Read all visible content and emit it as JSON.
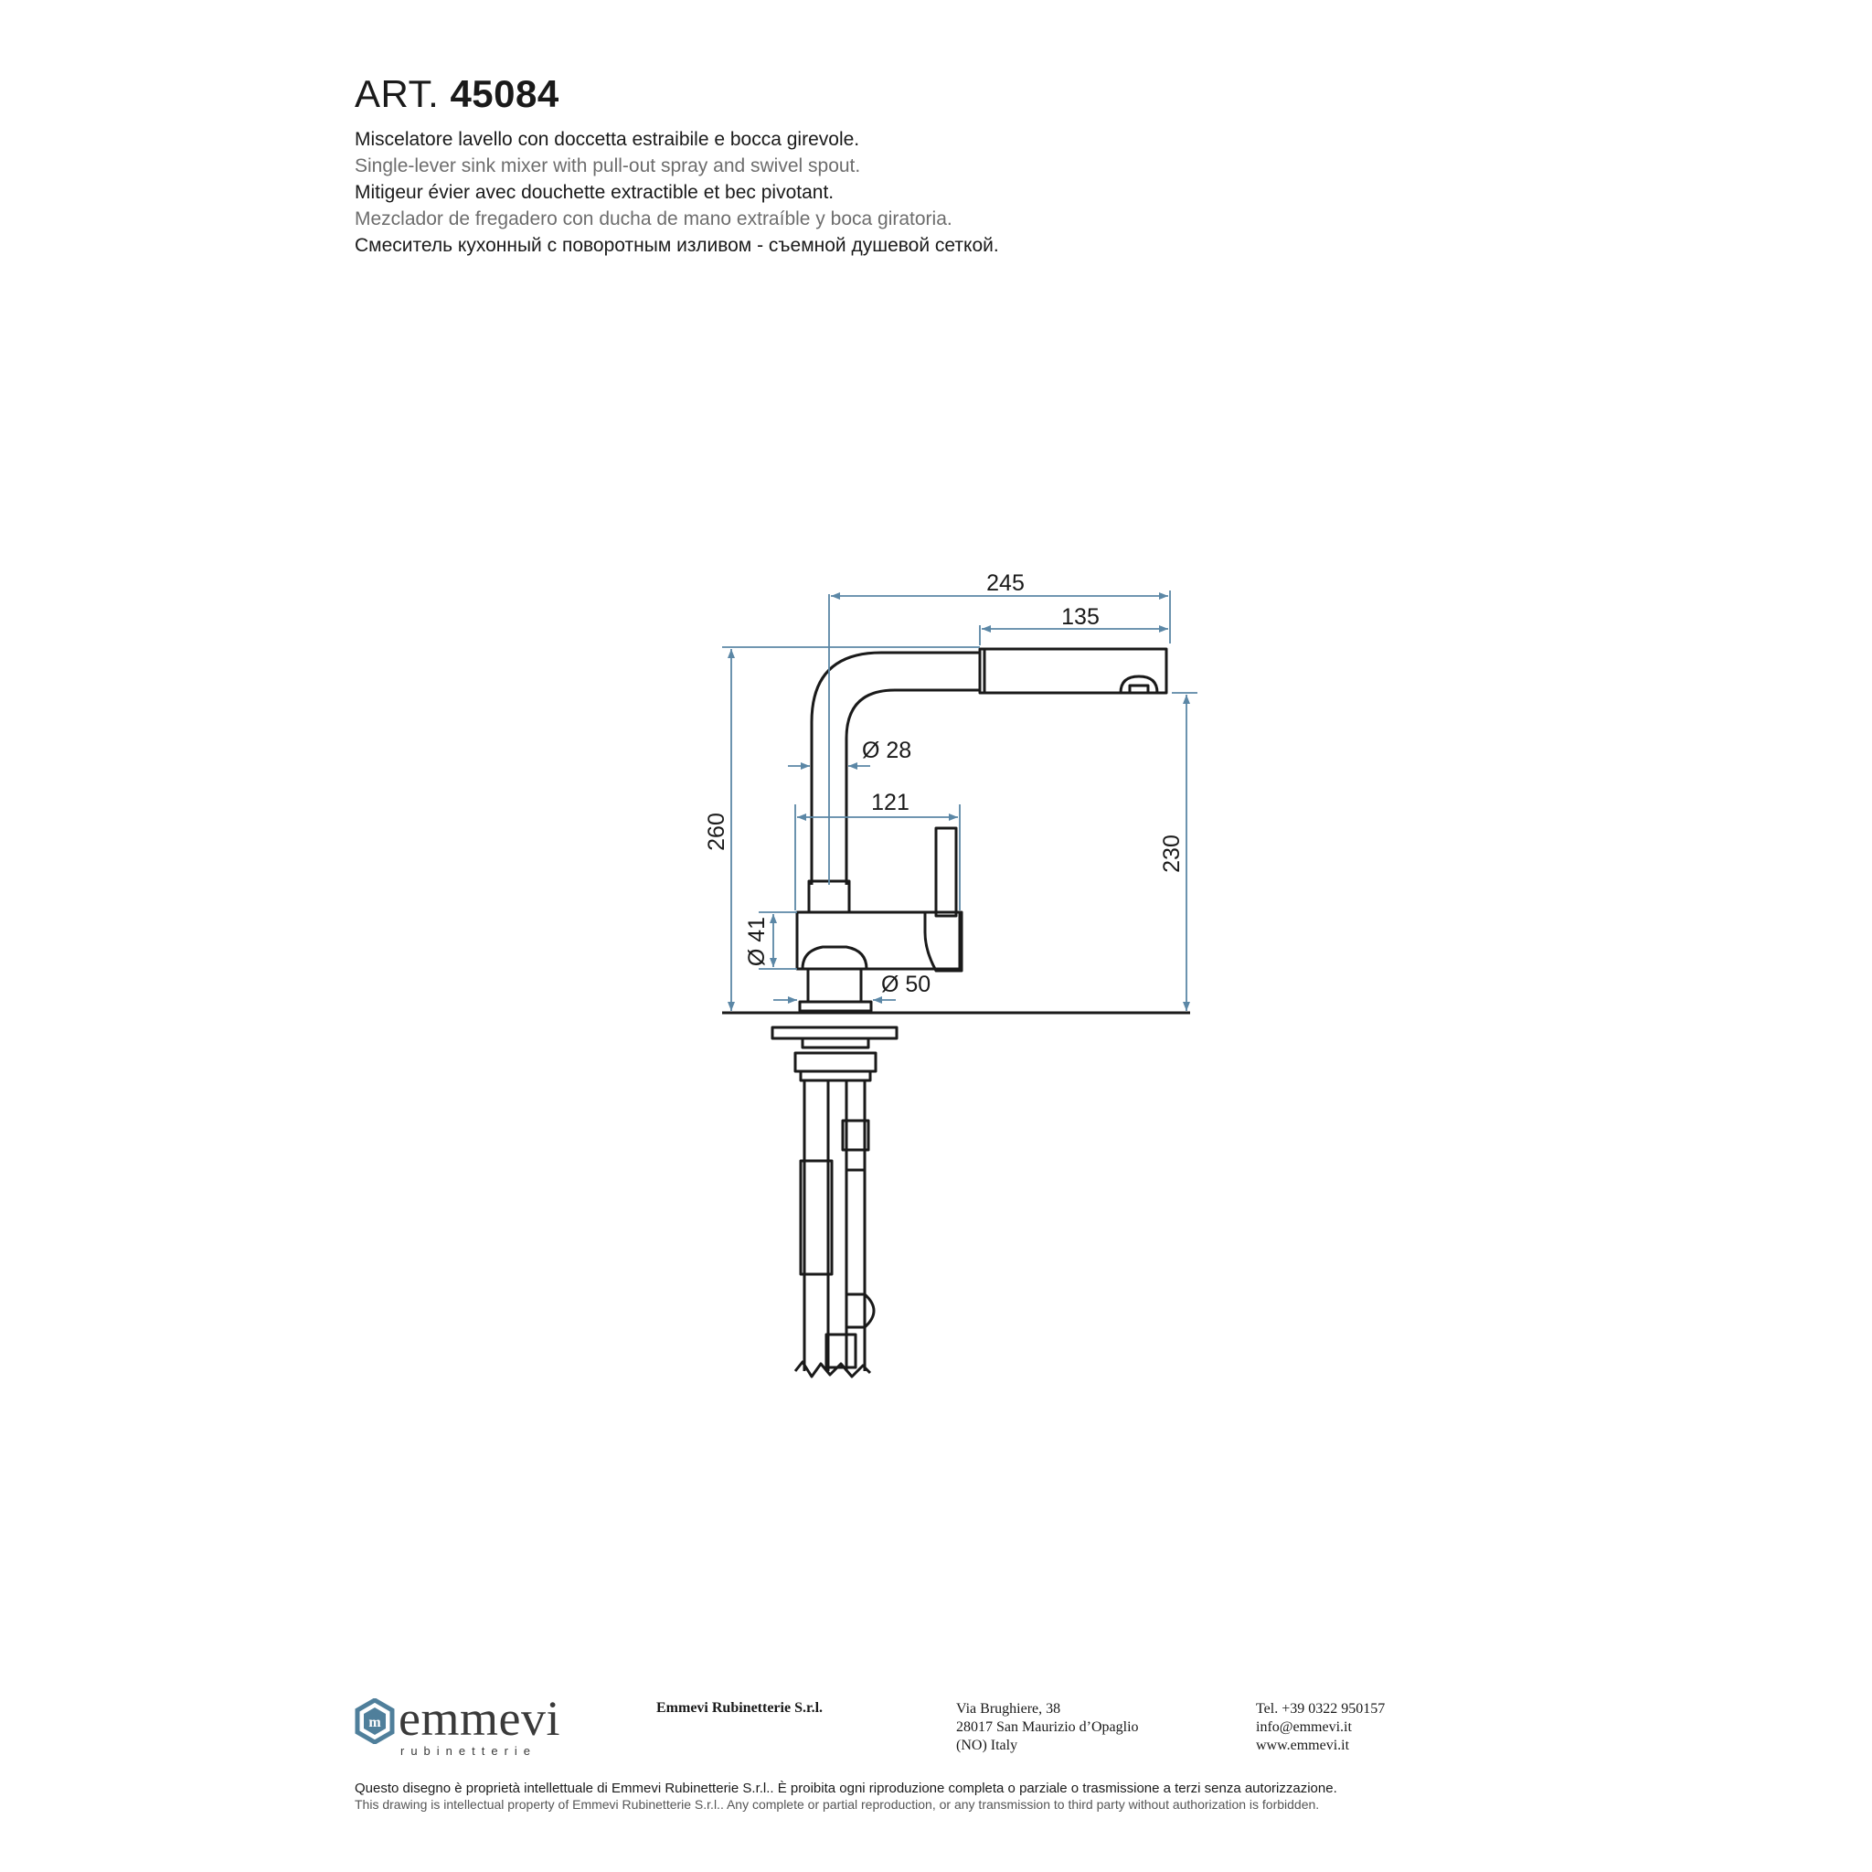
{
  "header": {
    "art_prefix": "ART.",
    "art_number": "45084",
    "descriptions": [
      "Miscelatore lavello con doccetta estraibile e bocca girevole.",
      "Single-lever sink mixer with pull-out spray and swivel spout.",
      "Mitigeur évier avec douchette extractible et bec pivotant.",
      "Mezclador de fregadero con ducha de mano extraíble y boca giratoria.",
      "Смеситель кухонный с поворотным изливом - съемной душевой сеткой."
    ]
  },
  "drawing": {
    "dimensions": {
      "total_length": "245",
      "spray_length": "135",
      "height_total": "260",
      "spout_height": "230",
      "spout_diameter": "Ø 28",
      "lever_reach": "121",
      "body_diameter": "Ø 41",
      "base_diameter": "Ø 50"
    },
    "colors": {
      "dimension_line": "#5b87a6",
      "outline": "#1a1a1a"
    }
  },
  "footer": {
    "logo": {
      "word": "emmevi",
      "sub": "rubinetterie",
      "mark_letter": "m",
      "icon": "hexagon-logo-icon",
      "color": "#4f7f9b"
    },
    "company": "Emmevi Rubinetterie S.r.l.",
    "address": [
      "Via Brughiere, 38",
      "28017 San Maurizio d’Opaglio",
      "(NO) Italy"
    ],
    "contact": [
      "Tel. +39 0322 950157",
      "info@emmevi.it",
      "www.emmevi.it"
    ],
    "legal_it": "Questo disegno è proprietà intellettuale di Emmevi Rubinetterie S.r.l.. È proibita ogni riproduzione completa o parziale o trasmissione a terzi senza autorizzazione.",
    "legal_en": "This drawing is intellectual property of Emmevi Rubinetterie S.r.l.. Any complete or partial reproduction, or any transmission to third party without authorization is forbidden."
  }
}
